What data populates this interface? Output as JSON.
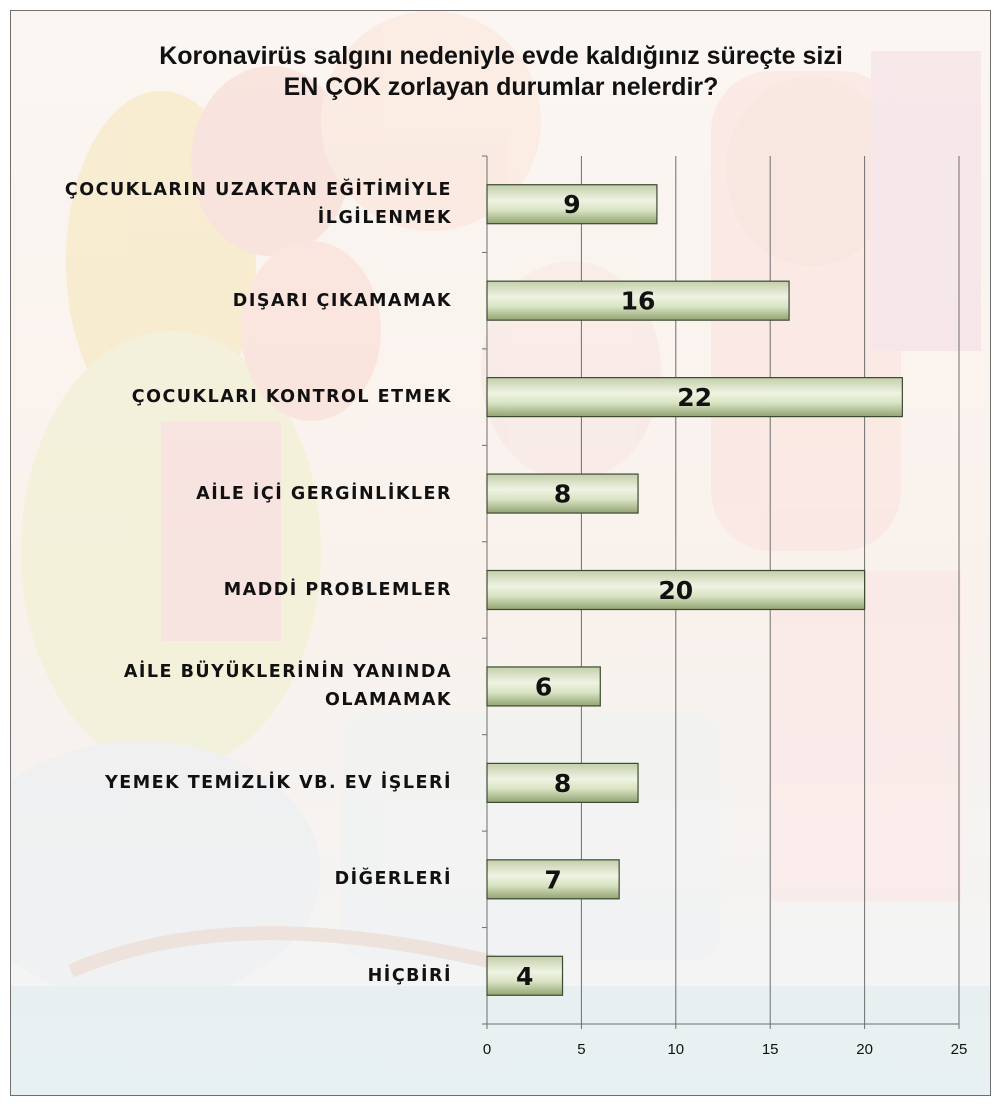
{
  "chart_data": {
    "type": "bar",
    "orientation": "horizontal",
    "title": "Koronavirüs salgını nedeniyle evde kaldığınız süreçte sizi EN ÇOK zorlayan durumlar nelerdir?",
    "title_lines": [
      "Koronavirüs salgını nedeniyle evde kaldığınız süreçte sizi",
      "EN ÇOK zorlayan durumlar nelerdir?"
    ],
    "categories": [
      "ÇOCUKLARIN UZAKTAN EĞİTİMİYLE İLGİLENMEK",
      "DIŞARI ÇIKAMAMAK",
      "ÇOCUKLARI KONTROL ETMEK",
      "AİLE İÇİ GERGİNLİKLER",
      "MADDİ PROBLEMLER",
      "AİLE BÜYÜKLERİNİN YANINDA OLAMAMAK",
      "YEMEK TEMİZLİK VB. EV İŞLERİ",
      "DİĞERLERİ",
      "HİÇBİRİ"
    ],
    "category_lines": [
      [
        "ÇOCUKLARIN UZAKTAN EĞİTİMİYLE",
        "İLGİLENMEK"
      ],
      [
        "DIŞARI ÇIKAMAMAK"
      ],
      [
        "ÇOCUKLARI KONTROL ETMEK"
      ],
      [
        "AİLE İÇİ GERGİNLİKLER"
      ],
      [
        "MADDİ PROBLEMLER"
      ],
      [
        "AİLE BÜYÜKLERİNİN YANINDA",
        "OLAMAMAK"
      ],
      [
        "YEMEK TEMİZLİK VB. EV İŞLERİ"
      ],
      [
        "DİĞERLERİ"
      ],
      [
        "HİÇBİRİ"
      ]
    ],
    "values": [
      9,
      16,
      22,
      8,
      20,
      6,
      8,
      7,
      4
    ],
    "xlim": [
      0,
      25
    ],
    "xticks": [
      "0",
      "5",
      "10",
      "15",
      "20",
      "25"
    ],
    "xlabel": "",
    "ylabel": "",
    "grid": "vertical",
    "legend": "none",
    "bar_color": "#d8e4bc",
    "bar_edge_color": "#3c4a32"
  }
}
